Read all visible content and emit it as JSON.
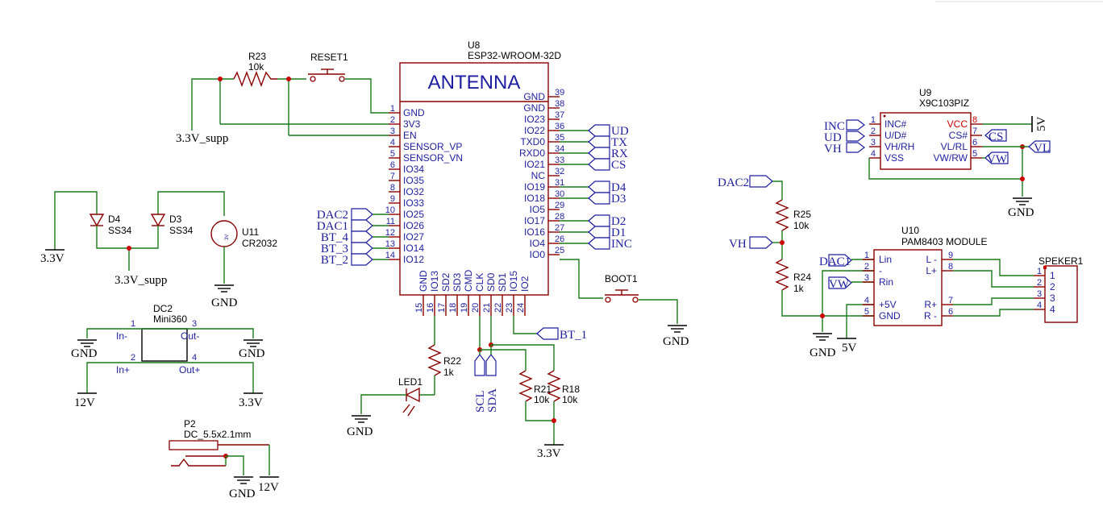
{
  "u8": {
    "ref": "U8",
    "value": "ESP32-WROOM-32D",
    "antenna": "ANTENNA",
    "left_pins": [
      {
        "num": "1",
        "name": "GND"
      },
      {
        "num": "2",
        "name": "3V3"
      },
      {
        "num": "3",
        "name": "EN"
      },
      {
        "num": "4",
        "name": "SENSOR_VP"
      },
      {
        "num": "5",
        "name": "SENSOR_VN"
      },
      {
        "num": "6",
        "name": "IO34"
      },
      {
        "num": "7",
        "name": "IO35"
      },
      {
        "num": "8",
        "name": "IO32"
      },
      {
        "num": "9",
        "name": "IO33"
      },
      {
        "num": "10",
        "name": "IO25"
      },
      {
        "num": "11",
        "name": "IO26"
      },
      {
        "num": "12",
        "name": "IO27"
      },
      {
        "num": "13",
        "name": "IO14"
      },
      {
        "num": "14",
        "name": "IO12"
      }
    ],
    "right_pins": [
      {
        "num": "39",
        "name": "GND"
      },
      {
        "num": "38",
        "name": "GND"
      },
      {
        "num": "37",
        "name": "IO23"
      },
      {
        "num": "36",
        "name": "IO22"
      },
      {
        "num": "35",
        "name": "TXD0"
      },
      {
        "num": "34",
        "name": "RXD0"
      },
      {
        "num": "33",
        "name": "IO21"
      },
      {
        "num": "32",
        "name": "NC"
      },
      {
        "num": "31",
        "name": "IO19"
      },
      {
        "num": "30",
        "name": "IO18"
      },
      {
        "num": "29",
        "name": "IO5"
      },
      {
        "num": "28",
        "name": "IO17"
      },
      {
        "num": "27",
        "name": "IO16"
      },
      {
        "num": "26",
        "name": "IO4"
      },
      {
        "num": "25",
        "name": "IO0"
      }
    ],
    "bottom_pins": [
      {
        "num": "15",
        "name": "GND"
      },
      {
        "num": "16",
        "name": "IO13"
      },
      {
        "num": "17",
        "name": "SD2"
      },
      {
        "num": "18",
        "name": "SD3"
      },
      {
        "num": "19",
        "name": "CMD"
      },
      {
        "num": "20",
        "name": "CLK"
      },
      {
        "num": "21",
        "name": "SD0"
      },
      {
        "num": "22",
        "name": "SD1"
      },
      {
        "num": "23",
        "name": "IO15"
      },
      {
        "num": "24",
        "name": "IO2"
      }
    ]
  },
  "u9": {
    "ref": "U9",
    "value": "X9C103PIZ",
    "left_pins": [
      {
        "num": "1",
        "name": "INC#"
      },
      {
        "num": "2",
        "name": "U/D#"
      },
      {
        "num": "3",
        "name": "VH/RH"
      },
      {
        "num": "4",
        "name": "VSS"
      }
    ],
    "right_pins": [
      {
        "num": "8",
        "name": "VCC"
      },
      {
        "num": "7",
        "name": "CS#"
      },
      {
        "num": "6",
        "name": "VL/RL"
      },
      {
        "num": "5",
        "name": "VW/RW"
      }
    ]
  },
  "u10": {
    "ref": "U10",
    "value": "PAM8403 MODULE",
    "left_pins": [
      {
        "num": "1",
        "name": "Lin"
      },
      {
        "num": "2",
        "name": "-"
      },
      {
        "num": "3",
        "name": "Rin"
      },
      {
        "num": "4",
        "name": "+5V"
      },
      {
        "num": "5",
        "name": "GND"
      }
    ],
    "right_pins": [
      {
        "num": "9",
        "name": "L -"
      },
      {
        "num": "8",
        "name": "L+"
      },
      {
        "num": "7",
        "name": "R+"
      },
      {
        "num": "6",
        "name": "R -"
      }
    ]
  },
  "speaker": {
    "ref": "SPEKER1",
    "pins": [
      "1",
      "2",
      "3",
      "4",
      "1",
      "2",
      "3",
      "4"
    ]
  },
  "dc2": {
    "ref": "DC2",
    "value": "Mini360",
    "pins": [
      "1",
      "3",
      "2",
      "4"
    ],
    "in_minus": "In-",
    "out_minus": "Out-",
    "in_plus": "In+",
    "out_plus": "Out+"
  },
  "p2": {
    "ref": "P2",
    "value": "DC_5.5x2.1mm"
  },
  "u11": {
    "ref": "U11",
    "value": "CR2032",
    "body": "3V"
  },
  "parts": {
    "r23": {
      "ref": "R23",
      "value": "10k"
    },
    "reset1": {
      "ref": "RESET1"
    },
    "boot1": {
      "ref": "BOOT1"
    },
    "d4": {
      "ref": "D4",
      "value": "SS34"
    },
    "d3": {
      "ref": "D3",
      "value": "SS34"
    },
    "r22": {
      "ref": "R22",
      "value": "1k"
    },
    "led1": {
      "ref": "LED1"
    },
    "r21": {
      "ref": "R21",
      "value": "10k"
    },
    "r18": {
      "ref": "R18",
      "value": "10k"
    },
    "r25": {
      "ref": "R25",
      "value": "10k"
    },
    "r24": {
      "ref": "R24",
      "value": "1k"
    }
  },
  "power": {
    "v33_supp": "3.3V_supp",
    "v33": "3.3V",
    "gnd": "GND",
    "v12": "12V",
    "v5": "5V"
  },
  "nets": {
    "dac2": "DAC2",
    "dac1": "DAC1",
    "bt4": "BT_4",
    "bt3": "BT_3",
    "bt2": "BT_2",
    "ud": "UD",
    "tx": "TX",
    "rx": "RX",
    "cs": "CS",
    "d4": "D4",
    "d3": "D3",
    "d2": "D2",
    "d1": "D1",
    "inc": "INC",
    "bt1": "BT_1",
    "scl": "SCL",
    "sda": "SDA",
    "vh": "VH",
    "vl": "VL",
    "vw": "VW"
  },
  "colors": {
    "wire": "#1a7a1a",
    "body": "#8b0000",
    "pin_text": "#1e1ea0",
    "junction": "#cc0000"
  }
}
